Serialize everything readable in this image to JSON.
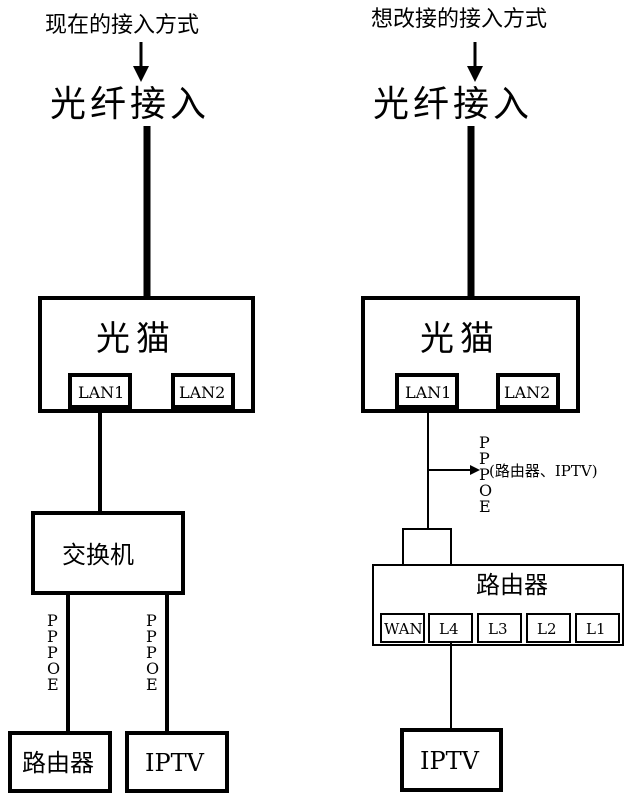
{
  "left": {
    "heading": "现在的接入方式",
    "fiber": "光纤接入",
    "modem": {
      "title": "光猫",
      "port1": "LAN1",
      "port2": "LAN2"
    },
    "switch": "交换机",
    "pppoe_left": [
      "P",
      "P",
      "P",
      "O",
      "E"
    ],
    "pppoe_right": [
      "P",
      "P",
      "P",
      "O",
      "E"
    ],
    "router": "路由器",
    "iptv": "IPTV"
  },
  "right": {
    "heading": "想改接的接入方式",
    "fiber": "光纤接入",
    "modem": {
      "title": "光猫",
      "port1": "LAN1",
      "port2": "LAN2"
    },
    "pppoe": [
      "P",
      "P",
      "P",
      "O",
      "E"
    ],
    "pppoe_note": "(路由器、IPTV)",
    "router": {
      "title": "路由器",
      "ports": [
        "WAN",
        "L4",
        "L3",
        "L2",
        "L1"
      ]
    },
    "iptv": "IPTV"
  }
}
